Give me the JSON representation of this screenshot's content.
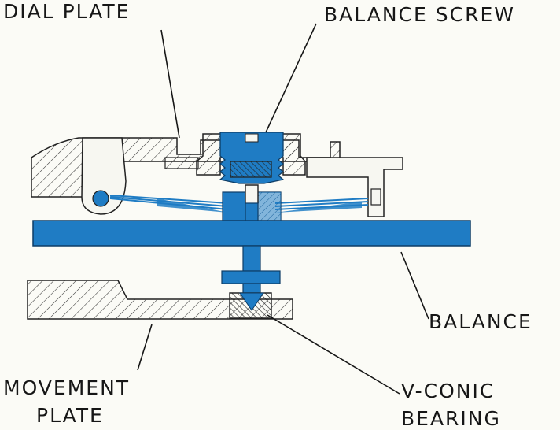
{
  "labels": {
    "dial_plate": "DIAL PLATE",
    "balance_screw": "BALANCE SCREW",
    "balance": "BALANCE",
    "movement_plate_line1": "MOVEMENT",
    "movement_plate_line2": "PLATE",
    "bearing_line1": "V-CONIC",
    "bearing_line2": "BEARING"
  },
  "colors": {
    "highlight": "#1f7cc4",
    "ink": "#161616",
    "paper": "#fbfbf6",
    "plate_fill": "#f7f7f1"
  }
}
